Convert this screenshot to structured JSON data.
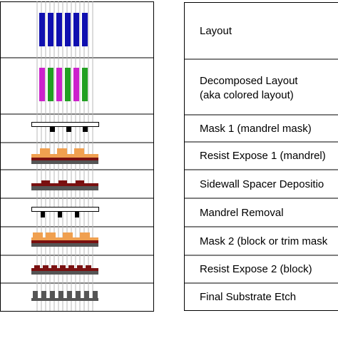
{
  "steps": [
    {
      "label": "Layout"
    },
    {
      "label": "Decomposed Layout",
      "label2": "(aka colored layout)"
    },
    {
      "label": "Mask 1 (mandrel mask)"
    },
    {
      "label": "Resist Expose 1 (mandrel)"
    },
    {
      "label": "Sidewall Spacer Depositio"
    },
    {
      "label": "Mandrel Removal"
    },
    {
      "label": "Mask 2 (block or trim mask"
    },
    {
      "label": "Resist Expose 2 (block)"
    },
    {
      "label": "Final Substrate Etch"
    }
  ],
  "colors": {
    "layout_fill": "#1010b0",
    "color_a": "#cc22cc",
    "color_b": "#22a022",
    "resist": "#f0a050",
    "mandrel": "#7a1010",
    "substrate": "#555555",
    "mask_blob": "#000000"
  }
}
